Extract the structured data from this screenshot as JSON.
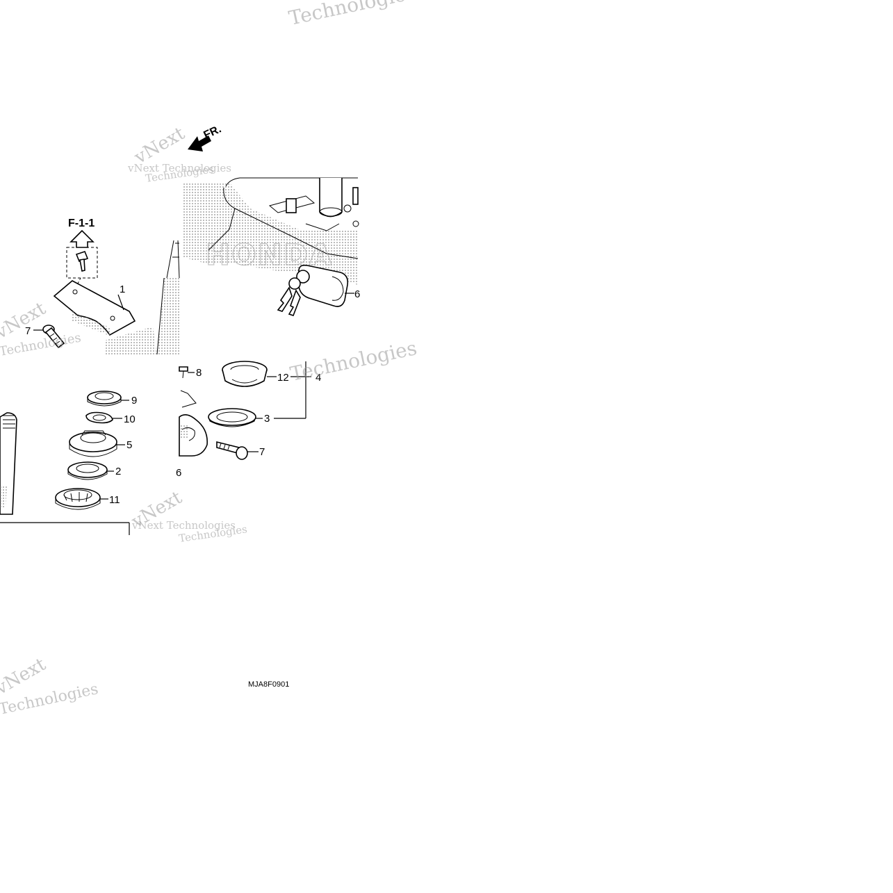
{
  "diagram": {
    "direction_label": "FR.",
    "reference_label": "F-1-1",
    "drawing_code": "MJA8F0901",
    "logo_text": "HONDA",
    "watermark_lines": [
      "vNext",
      "Technologies",
      "vNext Technologies"
    ],
    "callouts": [
      "1",
      "2",
      "3",
      "4",
      "5",
      "6",
      "7",
      "7",
      "8",
      "9",
      "10",
      "11",
      "12",
      "6"
    ]
  }
}
